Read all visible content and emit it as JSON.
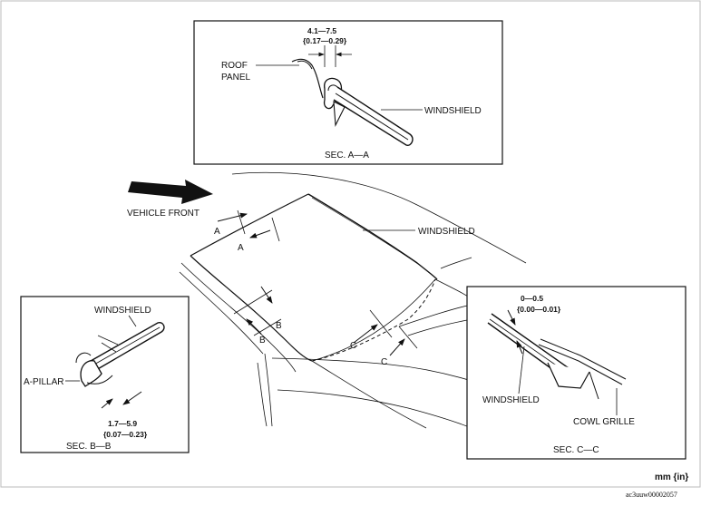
{
  "diagram": {
    "vehicle_front": "VEHICLE FRONT",
    "windshield_main": "WINDSHIELD",
    "section_marks": {
      "a1": "A",
      "a2": "A",
      "b1": "B",
      "b2": "B",
      "c1": "C",
      "c2": "C"
    },
    "units": "mm {in}",
    "doc_code": "ac3uuw00002057"
  },
  "sec_a": {
    "title": "SEC. A—A",
    "dim_mm": "4.1—7.5",
    "dim_in": "{0.17—0.29}",
    "roof_line1": "ROOF",
    "roof_line2": "PANEL",
    "windshield": "WINDSHIELD"
  },
  "sec_b": {
    "title": "SEC. B—B",
    "windshield": "WINDSHIELD",
    "pillar": "A-PILLAR",
    "dim_mm": "1.7—5.9",
    "dim_in": "{0.07—0.23}"
  },
  "sec_c": {
    "title": "SEC. C—C",
    "dim_mm": "0—0.5",
    "dim_in": "{0.00—0.01}",
    "windshield": "WINDSHIELD",
    "cowl": "COWL GRILLE"
  }
}
